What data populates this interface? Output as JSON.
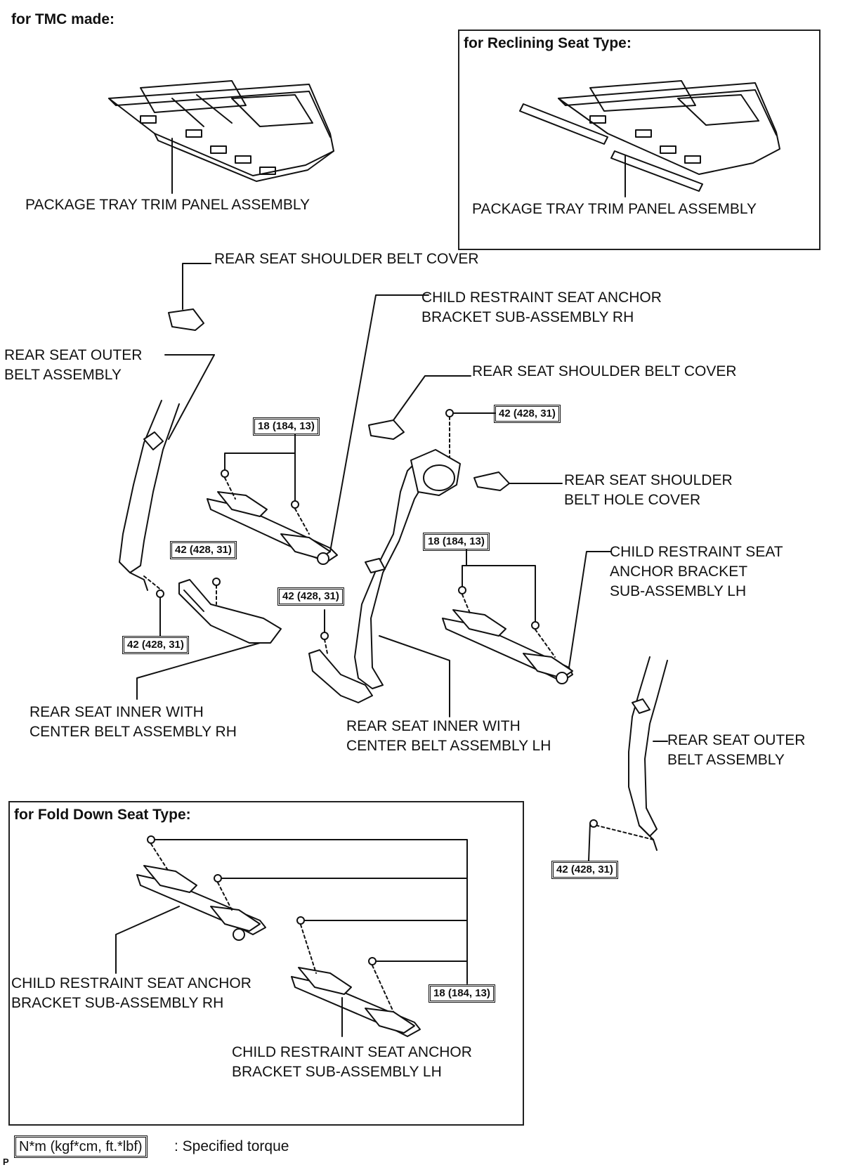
{
  "headers": {
    "tmc_made": "for TMC made:",
    "reclining": "for Reclining Seat Type:",
    "fold_down": "for Fold Down Seat Type:"
  },
  "labels": {
    "package_tray_1": "PACKAGE TRAY TRIM PANEL ASSEMBLY",
    "package_tray_2": "PACKAGE TRAY TRIM PANEL ASSEMBLY",
    "shoulder_belt_cover_1": "REAR SEAT SHOULDER BELT COVER",
    "child_anchor_rh_1": "CHILD RESTRAINT SEAT ANCHOR",
    "child_anchor_rh_2": "BRACKET SUB-ASSEMBLY RH",
    "outer_belt_left_1": "REAR SEAT OUTER",
    "outer_belt_left_2": "BELT ASSEMBLY",
    "shoulder_belt_cover_2": "REAR SEAT SHOULDER BELT COVER",
    "hole_cover_1": "REAR SEAT SHOULDER",
    "hole_cover_2": "BELT HOLE COVER",
    "child_anchor_lh_1": "CHILD RESTRAINT SEAT",
    "child_anchor_lh_2": "ANCHOR BRACKET",
    "child_anchor_lh_3": "SUB-ASSEMBLY LH",
    "inner_rh_1": "REAR SEAT INNER WITH",
    "inner_rh_2": "CENTER BELT ASSEMBLY RH",
    "inner_lh_1": "REAR SEAT INNER WITH",
    "inner_lh_2": "CENTER BELT ASSEMBLY LH",
    "outer_belt_right_1": "REAR SEAT OUTER",
    "outer_belt_right_2": "BELT ASSEMBLY",
    "fold_rh_1": "CHILD RESTRAINT SEAT ANCHOR",
    "fold_rh_2": "BRACKET SUB-ASSEMBLY RH",
    "fold_lh_1": "CHILD RESTRAINT SEAT ANCHOR",
    "fold_lh_2": "BRACKET SUB-ASSEMBLY LH"
  },
  "torques": {
    "t_18_rh": "18 (184, 13)",
    "t_42_upper": "42 (428, 31)",
    "t_42_inner_rh": "42 (428, 31)",
    "t_42_inner_lh": "42 (428, 31)",
    "t_18_lh": "18 (184, 13)",
    "t_42_outer_left": "42 (428, 31)",
    "t_42_outer_right": "42 (428, 31)",
    "t_18_fold": "18 (184, 13)"
  },
  "legend": {
    "box": "N*m (kgf*cm, ft.*lbf)",
    "text": ": Specified torque"
  },
  "footer_code": "P"
}
